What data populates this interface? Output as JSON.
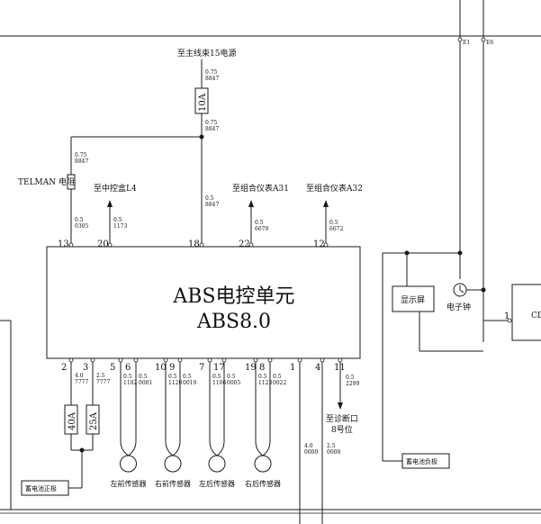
{
  "ecu": {
    "title": "ABS电控单元",
    "model": "ABS8.0"
  },
  "top_labels": {
    "main_harness": "至主线束15电源",
    "telman": "TELMAN 电阻",
    "mid_box": "至中控盒L4",
    "cluster_a31": "至组合仪表A31",
    "cluster_a32": "至组合仪表A32",
    "diag": "至诊断口",
    "diag_pin": "8号位"
  },
  "right_labels": {
    "display": "显示屏",
    "clock": "电子钟",
    "cd": "CD",
    "e1": "E1",
    "e6": "E6",
    "pin1": "1",
    "battery_neg": "蓄电池负极"
  },
  "fuses": {
    "f10a": "10A",
    "f40a": "40A",
    "f25a": "25A"
  },
  "battery_pos": "蓄电池正极",
  "sensors": [
    {
      "label": "左前传感器",
      "pins": [
        "5",
        "6"
      ],
      "wires": [
        [
          "0.5",
          "1102"
        ],
        [
          "0.5",
          "0001"
        ]
      ]
    },
    {
      "label": "右前传感器",
      "pins": [
        "10",
        "9"
      ],
      "wires": [
        [
          "0.5",
          "1120"
        ],
        [
          "0.5",
          "0019"
        ]
      ]
    },
    {
      "label": "左后传感器",
      "pins": [
        "7",
        "17"
      ],
      "wires": [
        [
          "0.5",
          "1106"
        ],
        [
          "0.5",
          "0005"
        ]
      ]
    },
    {
      "label": "右后传感器",
      "pins": [
        "19",
        "8"
      ],
      "wires": [
        [
          "0.5",
          "1123"
        ],
        [
          "0.5",
          "0022"
        ]
      ]
    }
  ],
  "top_pins": {
    "p13": "13",
    "p20": "20",
    "p18": "18",
    "p22": "22",
    "p12": "12"
  },
  "bottom_pins": {
    "p2": "2",
    "p3": "3",
    "p1": "1",
    "p4": "4",
    "p11": "11"
  },
  "wire_codes": {
    "w_main_top": [
      "0.75",
      "8847"
    ],
    "w_main_bot": [
      "0.75",
      "8847"
    ],
    "w_telman_top": [
      "0.75",
      "8847"
    ],
    "w_13": [
      "0.5",
      "0305"
    ],
    "w_20": [
      "0.5",
      "1173"
    ],
    "w_18": [
      "0.5",
      "8847"
    ],
    "w_22": [
      "0.5",
      "6670"
    ],
    "w_12": [
      "0.5",
      "6672"
    ],
    "w_2": [
      "4.0",
      "7777"
    ],
    "w_3": [
      "2.5",
      "7777"
    ],
    "w_11": [
      "0.5",
      "2299"
    ],
    "w_1": [
      "4.0",
      "0000"
    ],
    "w_4": [
      "2.5",
      "0008"
    ]
  }
}
